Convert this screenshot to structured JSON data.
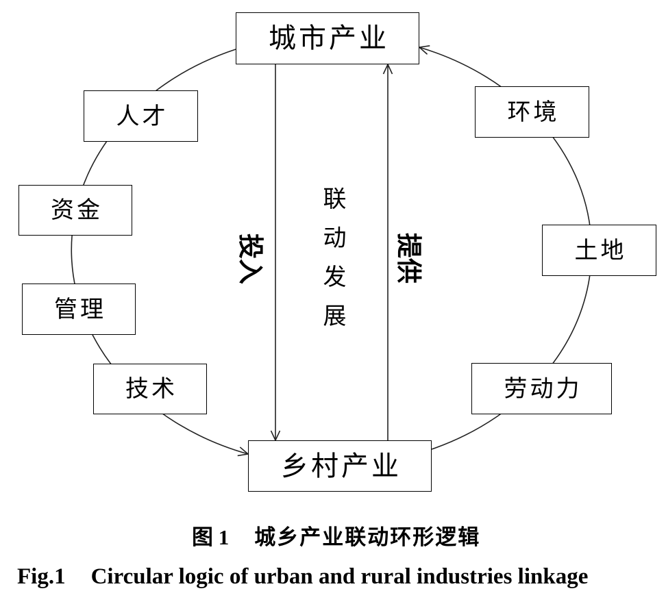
{
  "nodes": {
    "urban_industry": "城市产业",
    "rural_industry": "乡村产业"
  },
  "left_factors": [
    "人才",
    "资金",
    "管理",
    "技术"
  ],
  "right_factors": [
    "环境",
    "土地",
    "劳动力"
  ],
  "flows": {
    "down_label": "投入",
    "up_label": "提供"
  },
  "center_label": "联动发展",
  "caption": {
    "cn_label": "图 1",
    "cn_title": "城乡产业联动环形逻辑",
    "en_label": "Fig.1",
    "en_title": "Circular logic of urban and rural industries linkage"
  },
  "colors": {
    "line": "#222222",
    "box_border": "#000000",
    "background": "#ffffff",
    "text": "#000000"
  }
}
